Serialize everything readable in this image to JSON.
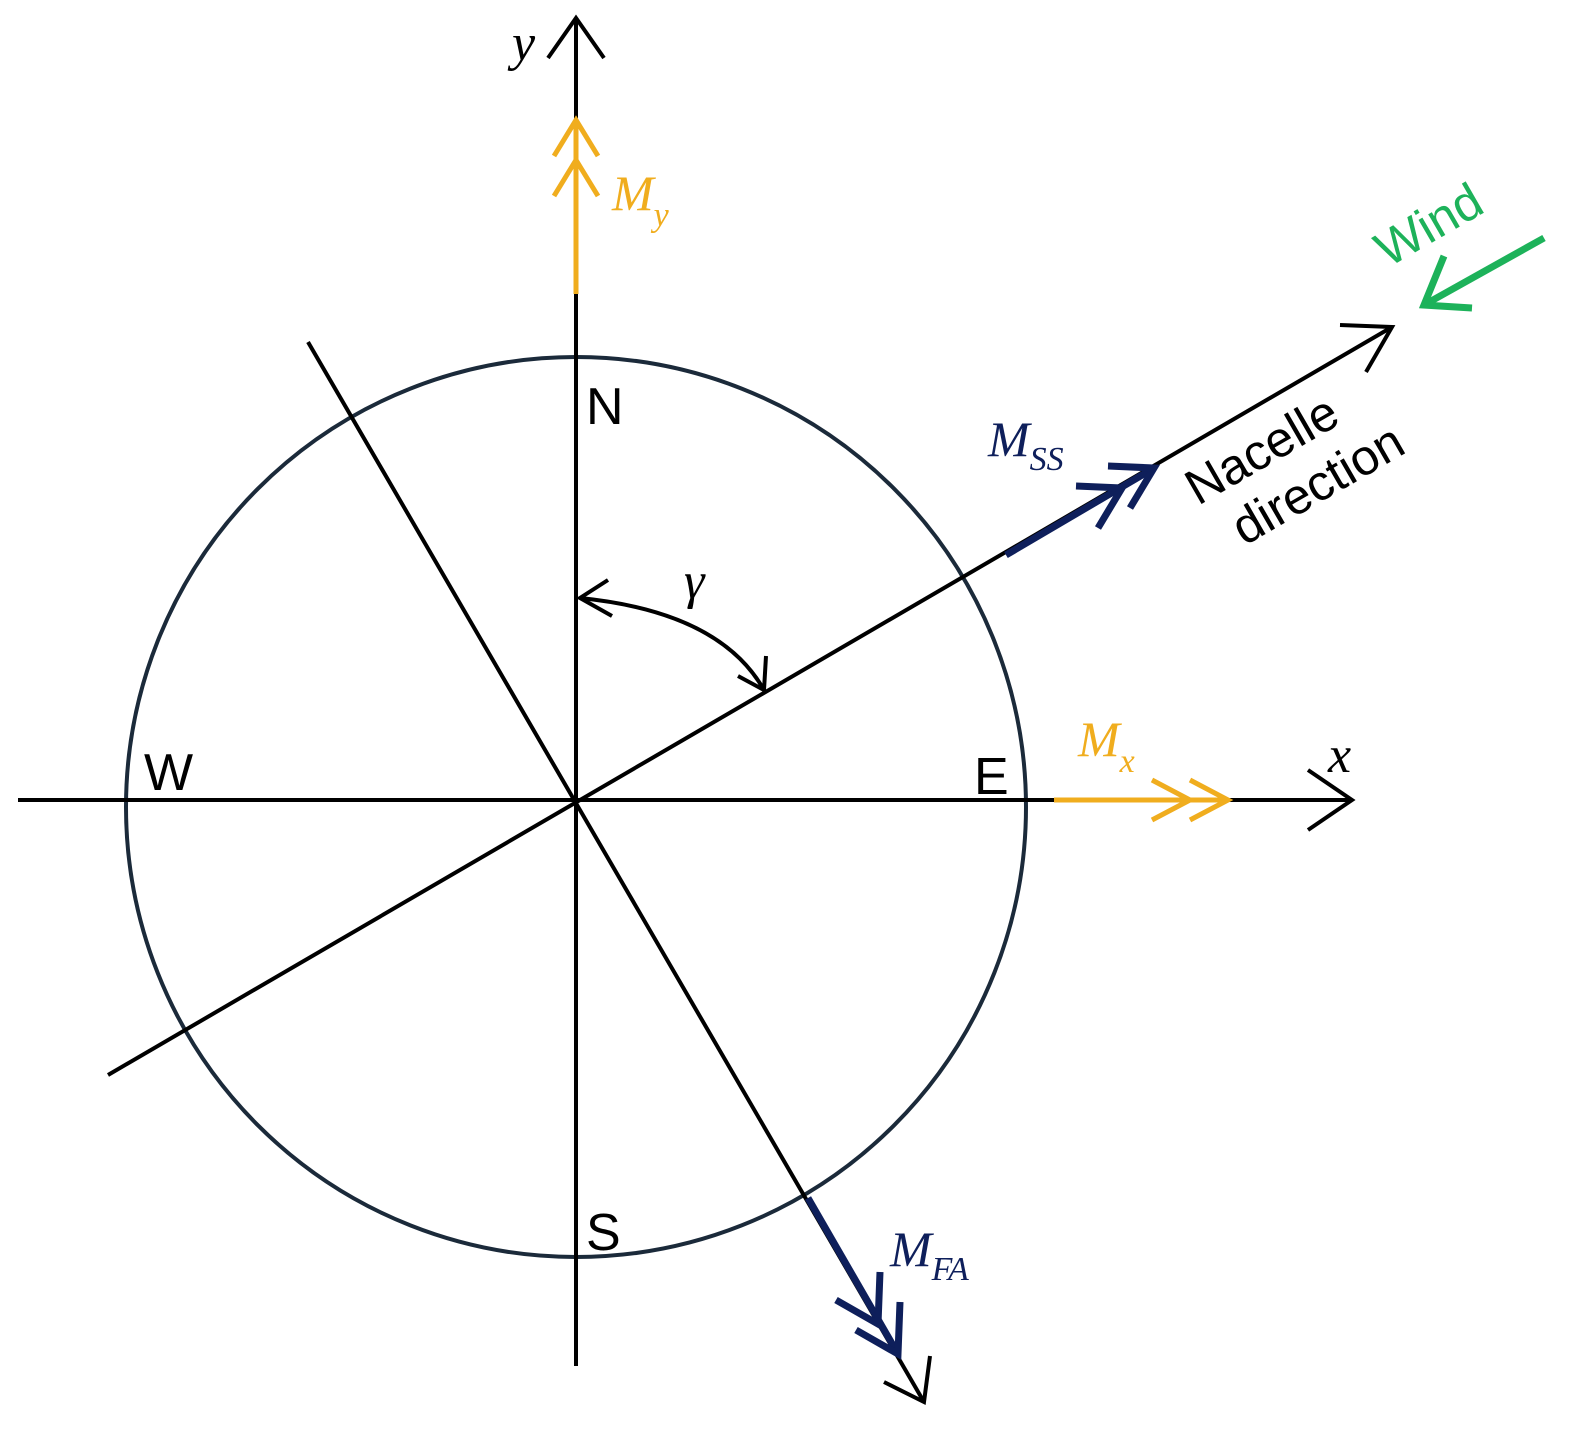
{
  "axes": {
    "x_label": "x",
    "y_label": "y"
  },
  "compass": {
    "north": "N",
    "south": "S",
    "east": "E",
    "west": "W"
  },
  "angle": {
    "label": "γ"
  },
  "moments": {
    "my": {
      "base": "M",
      "sub": "y"
    },
    "mx": {
      "base": "M",
      "sub": "x"
    },
    "mss": {
      "base": "M",
      "sub": "SS"
    },
    "mfa": {
      "base": "M",
      "sub": "FA"
    }
  },
  "nacelle": {
    "line1": "Nacelle",
    "line2": "direction"
  },
  "wind": {
    "label": "Wind"
  },
  "colors": {
    "axis": "#000000",
    "circle": "#1b2a3a",
    "global_moment": "#f0ad1e",
    "local_moment": "#0e1f5b",
    "wind": "#1db25a"
  }
}
